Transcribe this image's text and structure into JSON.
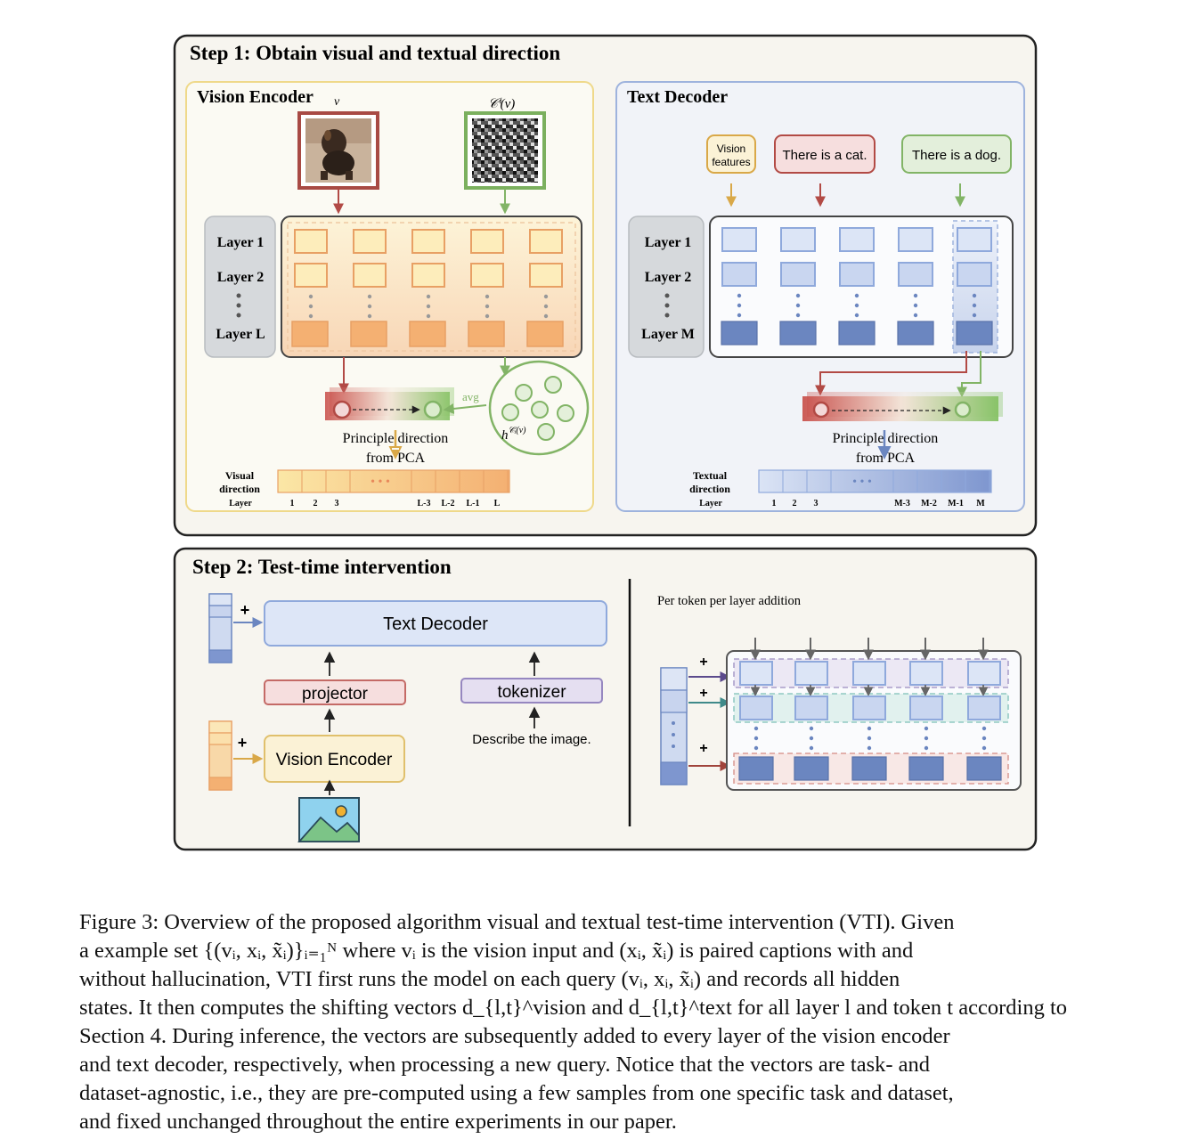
{
  "step1": {
    "title": "Step 1: Obtain visual and textual direction",
    "vision_panel": {
      "title": "Vision Encoder",
      "image_label": "v",
      "masked_image_label": "𝒞ⁱ(v)",
      "layers": [
        "Layer 1",
        "Layer 2",
        "Layer L"
      ],
      "avg_label": "avg",
      "hidden_label": "h",
      "hidden_sup": "𝒞ᵢ(v)",
      "pca_line1": "Principle direction",
      "pca_line2": "from PCA",
      "direction_label_1": "Visual",
      "direction_label_2": "direction",
      "layer_axis_label": "Layer",
      "layer_ticks": [
        "1",
        "2",
        "3",
        "L-3",
        "L-2",
        "L-1",
        "L"
      ],
      "dots": "• • •"
    },
    "text_panel": {
      "title": "Text Decoder",
      "input_vision": [
        "Vision",
        "features"
      ],
      "input_cat": "There is a cat.",
      "input_dog": "There is a dog.",
      "layers": [
        "Layer 1",
        "Layer 2",
        "Layer M"
      ],
      "pca_line1": "Principle direction",
      "pca_line2": "from PCA",
      "direction_label_1": "Textual",
      "direction_label_2": "direction",
      "layer_axis_label": "Layer",
      "layer_ticks": [
        "1",
        "2",
        "3",
        "M-3",
        "M-2",
        "M-1",
        "M"
      ],
      "dots": "• • •"
    }
  },
  "step2": {
    "title": "Step 2: Test-time intervention",
    "text_decoder": "Text Decoder",
    "projector": "projector",
    "tokenizer": "tokenizer",
    "vision_encoder": "Vision Encoder",
    "prompt": "Describe the image.",
    "plus": "+",
    "per_token_label": "Per token per layer addition"
  },
  "caption": {
    "lines": [
      "Figure 3: Overview of the proposed algorithm visual and textual test-time intervention (VTI). Given",
      "a example set {(vᵢ, xᵢ, x̃ᵢ)}ᵢ₌₁ᴺ where vᵢ is the vision input and (xᵢ, x̃ᵢ) is paired captions with and",
      "without hallucination, VTI first runs the model on each query (vᵢ, xᵢ, x̃ᵢ) and records all hidden",
      "states. It then computes the shifting vectors d_{l,t}^vision and d_{l,t}^text for all layer l and token t according to",
      "Section 4. During inference, the vectors are subsequently added to every layer of the vision encoder",
      "and text decoder, respectively, when processing a new query. Notice that the vectors are task- and",
      "dataset-agnostic, i.e., they are pre-computed using a few samples from one specific task and dataset,",
      "and fixed unchanged throughout the entire experiments in our paper."
    ]
  },
  "colors": {
    "vision_yellow": "#f7e08c",
    "vision_orange": "#f4b072",
    "text_blue": "#8fa9dc",
    "text_dark_blue": "#6b86c0",
    "red": "#b24a45",
    "green": "#82b466"
  }
}
